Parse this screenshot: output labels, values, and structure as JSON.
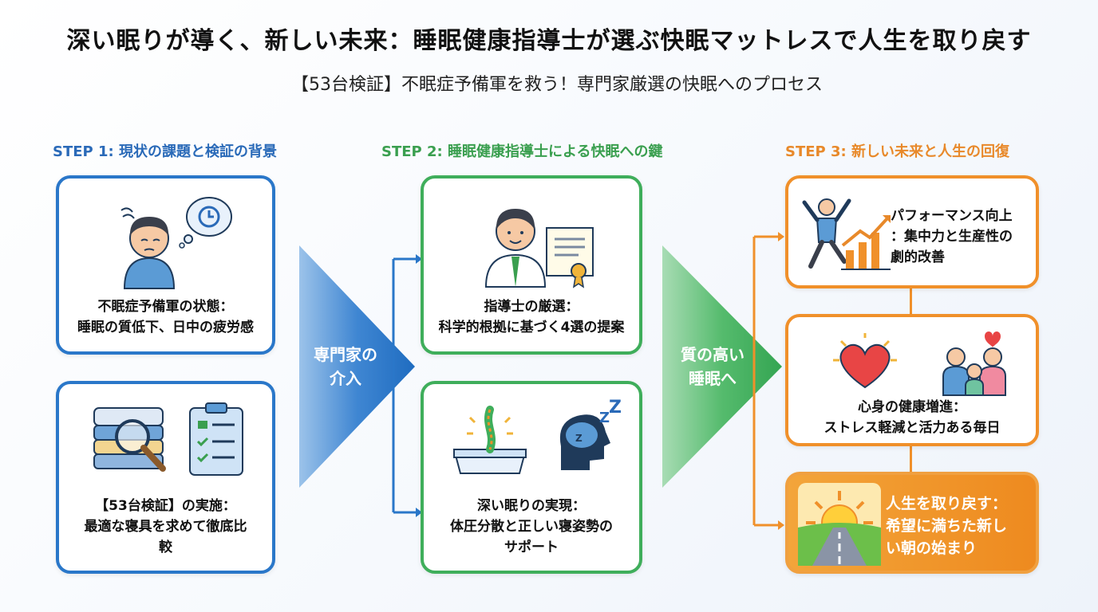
{
  "header": {
    "title": "深い眠りが導く、新しい未来：睡眠健康指導士が選ぶ快眠マットレスで人生を取り戻す",
    "subtitle": "【53台検証】不眠症予備軍を救う！専門家厳選の快眠へのプロセス"
  },
  "steps": [
    {
      "heading": "STEP 1: 現状の課題と検証の背景",
      "color": "#2a6ab8",
      "cards": [
        {
          "line1": "不眠症予備軍の状態：",
          "line2": "睡眠の質低下、日中の疲労感",
          "line3": "",
          "icons": [
            "tired-person-icon",
            "thought-clock-icon"
          ]
        },
        {
          "line1": "【53台検証】の実施：",
          "line2": "最適な寝具を求めて徹底比",
          "line3": "較",
          "icons": [
            "mattress-magnifier-icon",
            "checklist-clipboard-icon"
          ]
        }
      ]
    },
    {
      "heading": "STEP 2: 睡眠健康指導士による快眠への鍵",
      "color": "#3a9f4f",
      "cards": [
        {
          "line1": "指導士の厳選：",
          "line2": "科学的根拠に基づく4選の提案",
          "line3": "",
          "icons": [
            "doctor-icon",
            "certificate-icon"
          ]
        },
        {
          "line1": "深い眠りの実現：",
          "line2": "体圧分散と正しい寝姿勢の",
          "line3": "サポート",
          "icons": [
            "spine-mattress-icon",
            "sleeping-brain-icon"
          ]
        }
      ]
    },
    {
      "heading": "STEP 3: 新しい未来と人生の回復",
      "color": "#e8892a",
      "cards": [
        {
          "line1": "パフォーマンス向上",
          "line2": "：集中力と生産性の",
          "line3": "劇的改善",
          "icons": [
            "jumping-man-icon",
            "growth-chart-icon"
          ]
        },
        {
          "line1": "心身の健康増進：",
          "line2": "ストレス軽減と活力ある毎日",
          "line3": "",
          "icons": [
            "heart-icon",
            "family-icon"
          ]
        },
        {
          "line1": "人生を取り戻す：",
          "line2": "希望に満ちた新し",
          "line3": "い朝の始まり",
          "icons": [
            "sunrise-road-icon"
          ]
        }
      ]
    }
  ],
  "arrows": {
    "first": {
      "line1": "専門家の",
      "line2": "介入",
      "color": "#2a77c9"
    },
    "second": {
      "line1": "質の高い",
      "line2": "睡眠へ",
      "color": "#3fae5b"
    }
  }
}
